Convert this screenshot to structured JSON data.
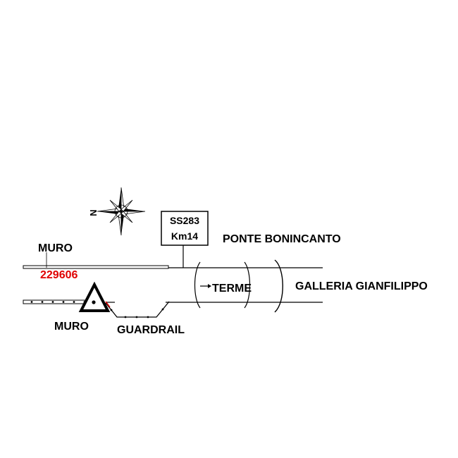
{
  "colors": {
    "line": "#000000",
    "marker": "#e00000",
    "background": "#ffffff"
  },
  "labels": {
    "muro_top": "MURO",
    "marker_id": "229606",
    "muro_bottom": "MURO",
    "guardrail": "GUARDRAIL",
    "terme": "TERME",
    "ponte": "PONTE BONINCANTO",
    "galleria": "GALLERIA GIANFILIPPO",
    "compass_north": "N"
  },
  "road_sign": {
    "road": "SS283",
    "km": "Km14"
  },
  "icons": {
    "compass": "compass-rose-icon",
    "hazard": "warning-triangle-icon",
    "arrow": "direction-arrow-icon"
  }
}
